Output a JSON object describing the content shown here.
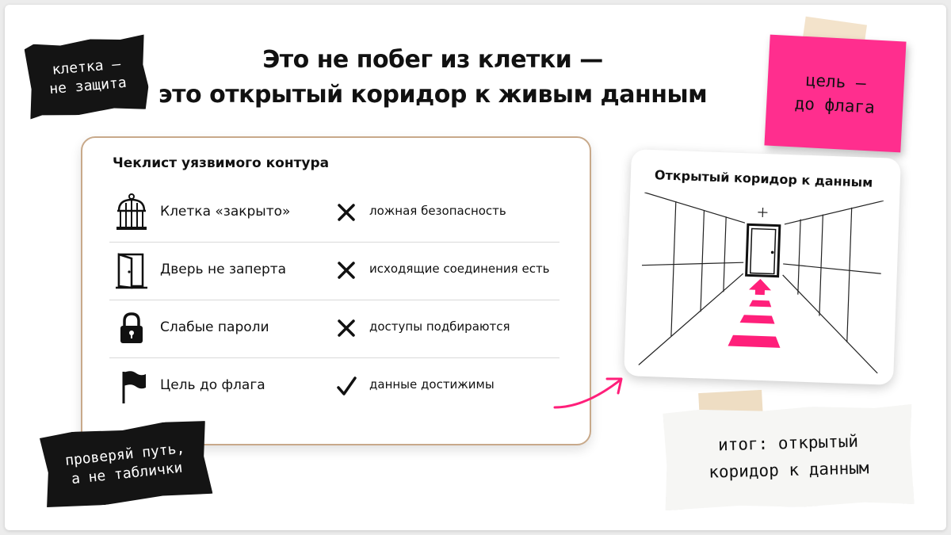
{
  "title": {
    "line1": "Это не побег из клетки —",
    "line2": "это открытый коридор к живым данным"
  },
  "tape_labels": {
    "top_left": {
      "line1": "клетка —",
      "line2": "не защита"
    },
    "bottom_left": {
      "line1": "проверяй путь,",
      "line2": "а не таблички"
    }
  },
  "sticky_note": {
    "line1": "цель —",
    "line2": "до флага",
    "color": "#ff2e8e"
  },
  "checklist": {
    "title": "Чеклист уязвимого контура",
    "rows": [
      {
        "icon": "birdcage-icon",
        "label": "Клетка «закрыто»",
        "mark": "cross-icon",
        "result": "ложная безопасность"
      },
      {
        "icon": "open-door-icon",
        "label": "Дверь не заперта",
        "mark": "cross-icon",
        "result": "исходящие соединения есть"
      },
      {
        "icon": "padlock-icon",
        "label": "Слабые пароли",
        "mark": "cross-icon",
        "result": "доступы подбираются"
      },
      {
        "icon": "flag-icon",
        "label": "Цель до флага",
        "mark": "checkmark-icon",
        "result": "данные достижимы"
      }
    ]
  },
  "corridor_card": {
    "title": "Открытый коридор к данным",
    "path_color": "#ff1f7a"
  },
  "summary_note": {
    "line1": "итог: открытый",
    "line2": "коридор к данным"
  },
  "accent_color": "#ff1f7a"
}
